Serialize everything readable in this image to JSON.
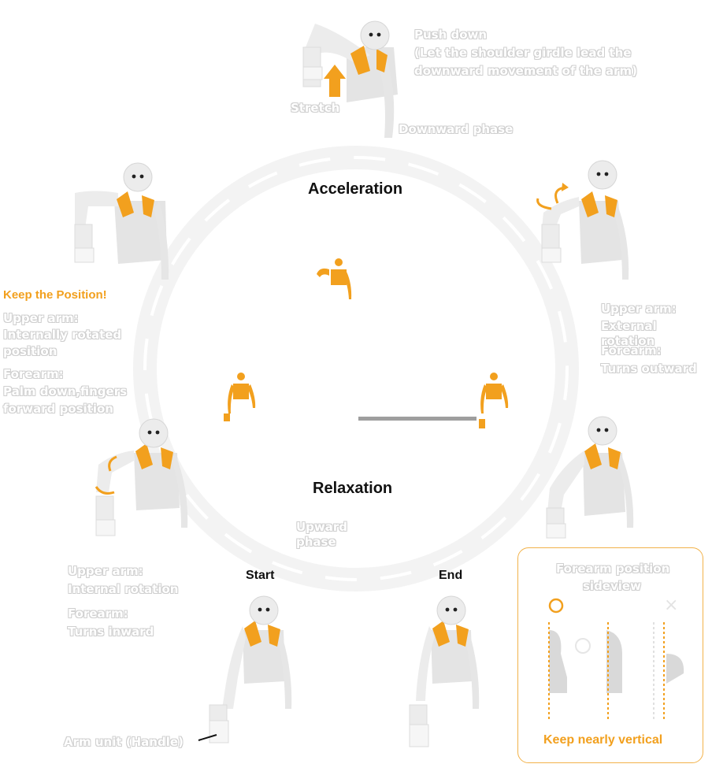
{
  "colors": {
    "accent": "#f2a01e",
    "figure": "#e8e8e8",
    "shadow": "#c9c9c9",
    "bar": "#9e9e9e"
  },
  "center": {
    "acceleration": "Acceleration",
    "relaxation": "Relaxation"
  },
  "phases": {
    "downward": "Downward phase",
    "upward": "Upward phase",
    "stretch": "Stretch"
  },
  "top": {
    "push_line1": "Push down",
    "push_line2": "(Let the shoulder girdle lead the",
    "push_line3": "downward movement of the arm)"
  },
  "left": {
    "keep": "Keep the Position!",
    "upper_label": "Upper arm:",
    "upper_line1": "Internally rotated",
    "upper_line2": "position",
    "forearm_label": "Forearm:",
    "forearm_line1": "Palm down,fingers",
    "forearm_line2": "forward position"
  },
  "right": {
    "upper_label": "Upper arm:",
    "upper_value": "External rotation",
    "forearm_label": "Forearm:",
    "forearm_value": "Turns outward"
  },
  "lower_left": {
    "upper_label": "Upper arm:",
    "upper_value": "Internal rotation",
    "forearm_label": "Forearm:",
    "forearm_value": "Turns inward"
  },
  "bottom": {
    "start": "Start",
    "end": "End",
    "arm_unit": "Arm unit (Handle)"
  },
  "callout": {
    "title_line1": "Forearm position",
    "title_line2": "sideview",
    "footer": "Keep nearly vertical",
    "ok_symbol": "○",
    "ng_symbol": "×"
  }
}
